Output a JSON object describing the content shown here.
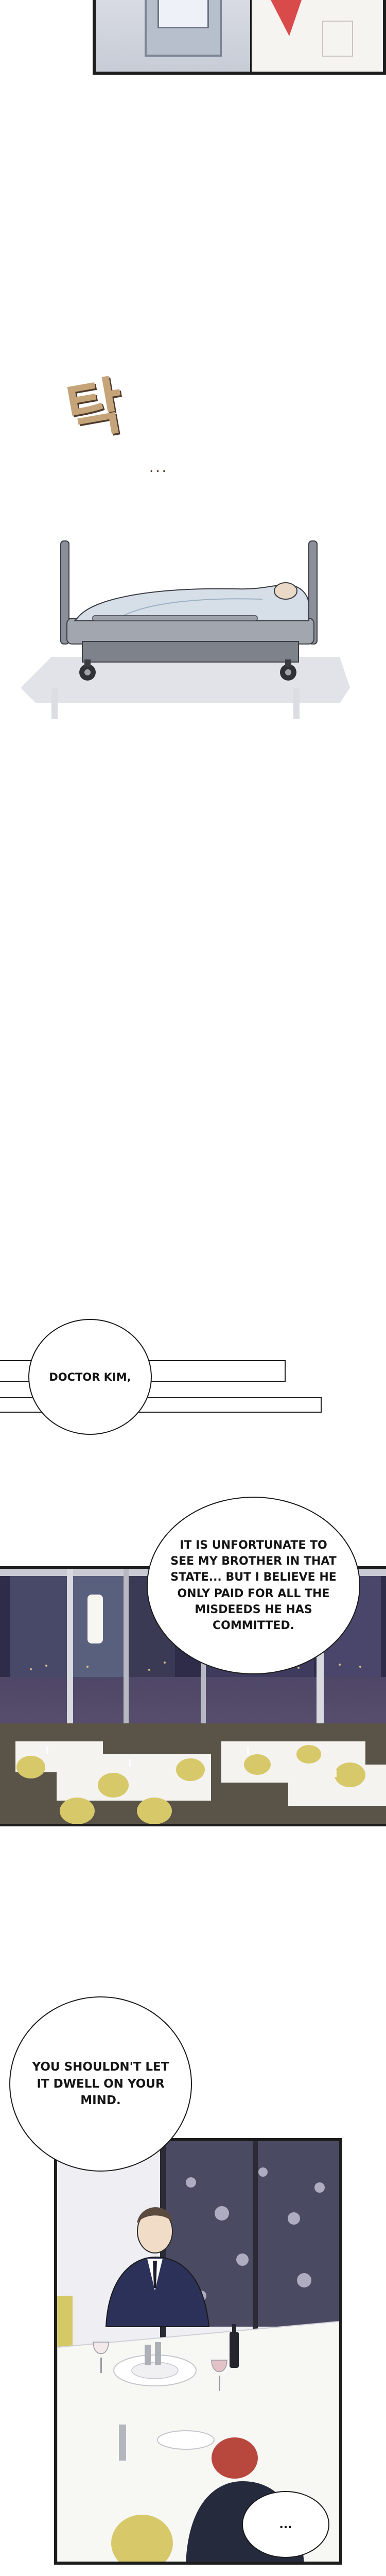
{
  "sound_effect": {
    "text": "탁",
    "trail": "..."
  },
  "dialogue": {
    "bubble_1": "DOCTOR KIM,",
    "bubble_2": "IT IS UNFORTUNATE TO SEE MY BROTHER IN THAT STATE... BUT I BELIEVE HE ONLY PAID FOR ALL THE MISDEEDS HE HAS COMMITTED.",
    "bubble_3": "YOU SHOULDN'T LET IT DWELL ON YOUR MIND.",
    "bubble_4": "..."
  },
  "colors": {
    "outline": "#1b1b1b",
    "sfx": "#c6a479",
    "night_sky": "#2f2c4a",
    "tablecloth": "#f4f3ef",
    "chair": "#d7c86a"
  }
}
